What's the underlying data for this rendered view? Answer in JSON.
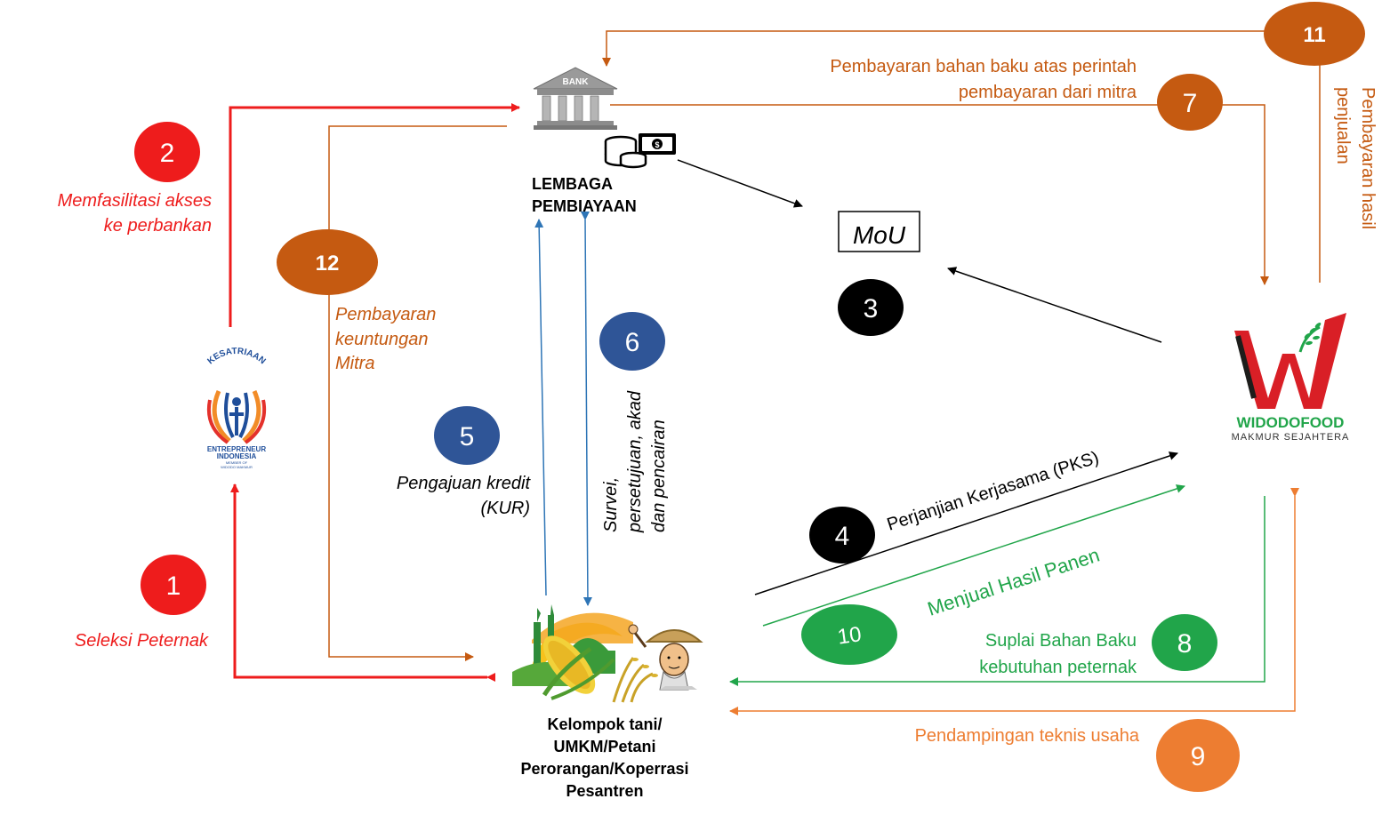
{
  "nodes": {
    "bank_sign": "BANK",
    "bank_label": [
      "LEMBAGA",
      "PEMBIAYAAN"
    ],
    "mou_label": "MoU",
    "kesatriaan_arc": "KESATRIAAN",
    "kesatriaan_bottom": [
      "ENTREPRENEUR",
      "INDONESIA"
    ],
    "kesatriaan_small": [
      "MEMBER OF",
      "WIDODO MAKMUR"
    ],
    "widodo_name": "WIDODOFOOD",
    "widodo_sub": "MAKMUR SEJAHTERA",
    "farmer_label": [
      "Kelompok tani/",
      "UMKM/Petani",
      "Perorangan/Koperrasi",
      "Pesantren"
    ]
  },
  "steps": [
    {
      "number": "1",
      "color": "#ee1c1c",
      "label": [
        "Seleksi Peternak"
      ]
    },
    {
      "number": "2",
      "color": "#ee1c1c",
      "label": [
        "Memfasilitasi akses",
        "ke perbankan"
      ]
    },
    {
      "number": "3",
      "color": "#000000",
      "label": []
    },
    {
      "number": "4",
      "color": "#000000",
      "label": [
        "Perjanjian Kerjasama (PKS)"
      ]
    },
    {
      "number": "5",
      "color": "#2f5597",
      "label": [
        "Pengajuan kredit",
        "(KUR)"
      ]
    },
    {
      "number": "6",
      "color": "#2f5597",
      "label": [
        "Survei,",
        "persetujuan, akad",
        "dan pencairan"
      ]
    },
    {
      "number": "7",
      "color": "#c55a11",
      "label": [
        "Pembayaran bahan baku atas perintah",
        "pembayaran dari mitra"
      ]
    },
    {
      "number": "8",
      "color": "#21a54a",
      "label": [
        "Suplai Bahan Baku",
        "kebutuhan peternak"
      ]
    },
    {
      "number": "9",
      "color": "#ed7d31",
      "label": [
        "Pendampingan teknis usaha"
      ]
    },
    {
      "number": "10",
      "color": "#21a54a",
      "label": [
        "Menjual Hasil Panen"
      ]
    },
    {
      "number": "11",
      "color": "#c55a11",
      "label": [
        "Pembayaran hasil",
        "penjualan"
      ]
    },
    {
      "number": "12",
      "color": "#c55a11",
      "label": [
        "Pembayaran",
        "keuntungan",
        "Mitra"
      ]
    }
  ],
  "colors": {
    "red": "#ee1c1c",
    "brown": "#c55a11",
    "orange": "#ed7d31",
    "green": "#21a54a",
    "blue": "#2e75b6",
    "navy": "#2f5597",
    "black": "#000000"
  }
}
